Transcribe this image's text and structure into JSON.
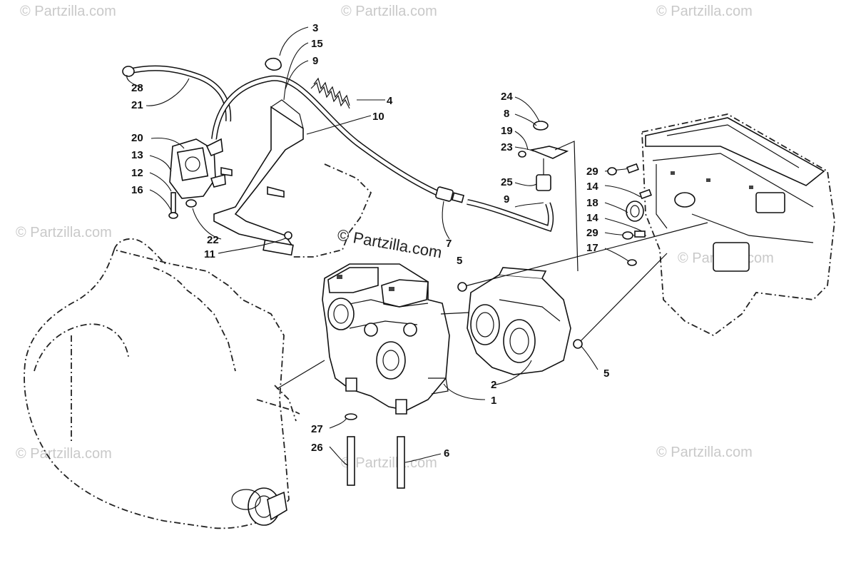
{
  "watermark": {
    "main": "© Partzilla.com",
    "faint": "© Partzilla.com"
  },
  "callouts": {
    "c1": "1",
    "c2": "2",
    "c3": "3",
    "c4": "4",
    "c5a": "5",
    "c5b": "5",
    "c6": "6",
    "c7": "7",
    "c8": "8",
    "c9a": "9",
    "c9b": "9",
    "c10": "10",
    "c11": "11",
    "c12": "12",
    "c13": "13",
    "c14a": "14",
    "c14b": "14",
    "c15": "15",
    "c16": "16",
    "c17": "17",
    "c18": "18",
    "c19": "19",
    "c20": "20",
    "c21": "21",
    "c22": "22",
    "c23": "23",
    "c24": "24",
    "c25": "25",
    "c26": "26",
    "c27": "27",
    "c28": "28",
    "c29a": "29",
    "c29b": "29"
  }
}
